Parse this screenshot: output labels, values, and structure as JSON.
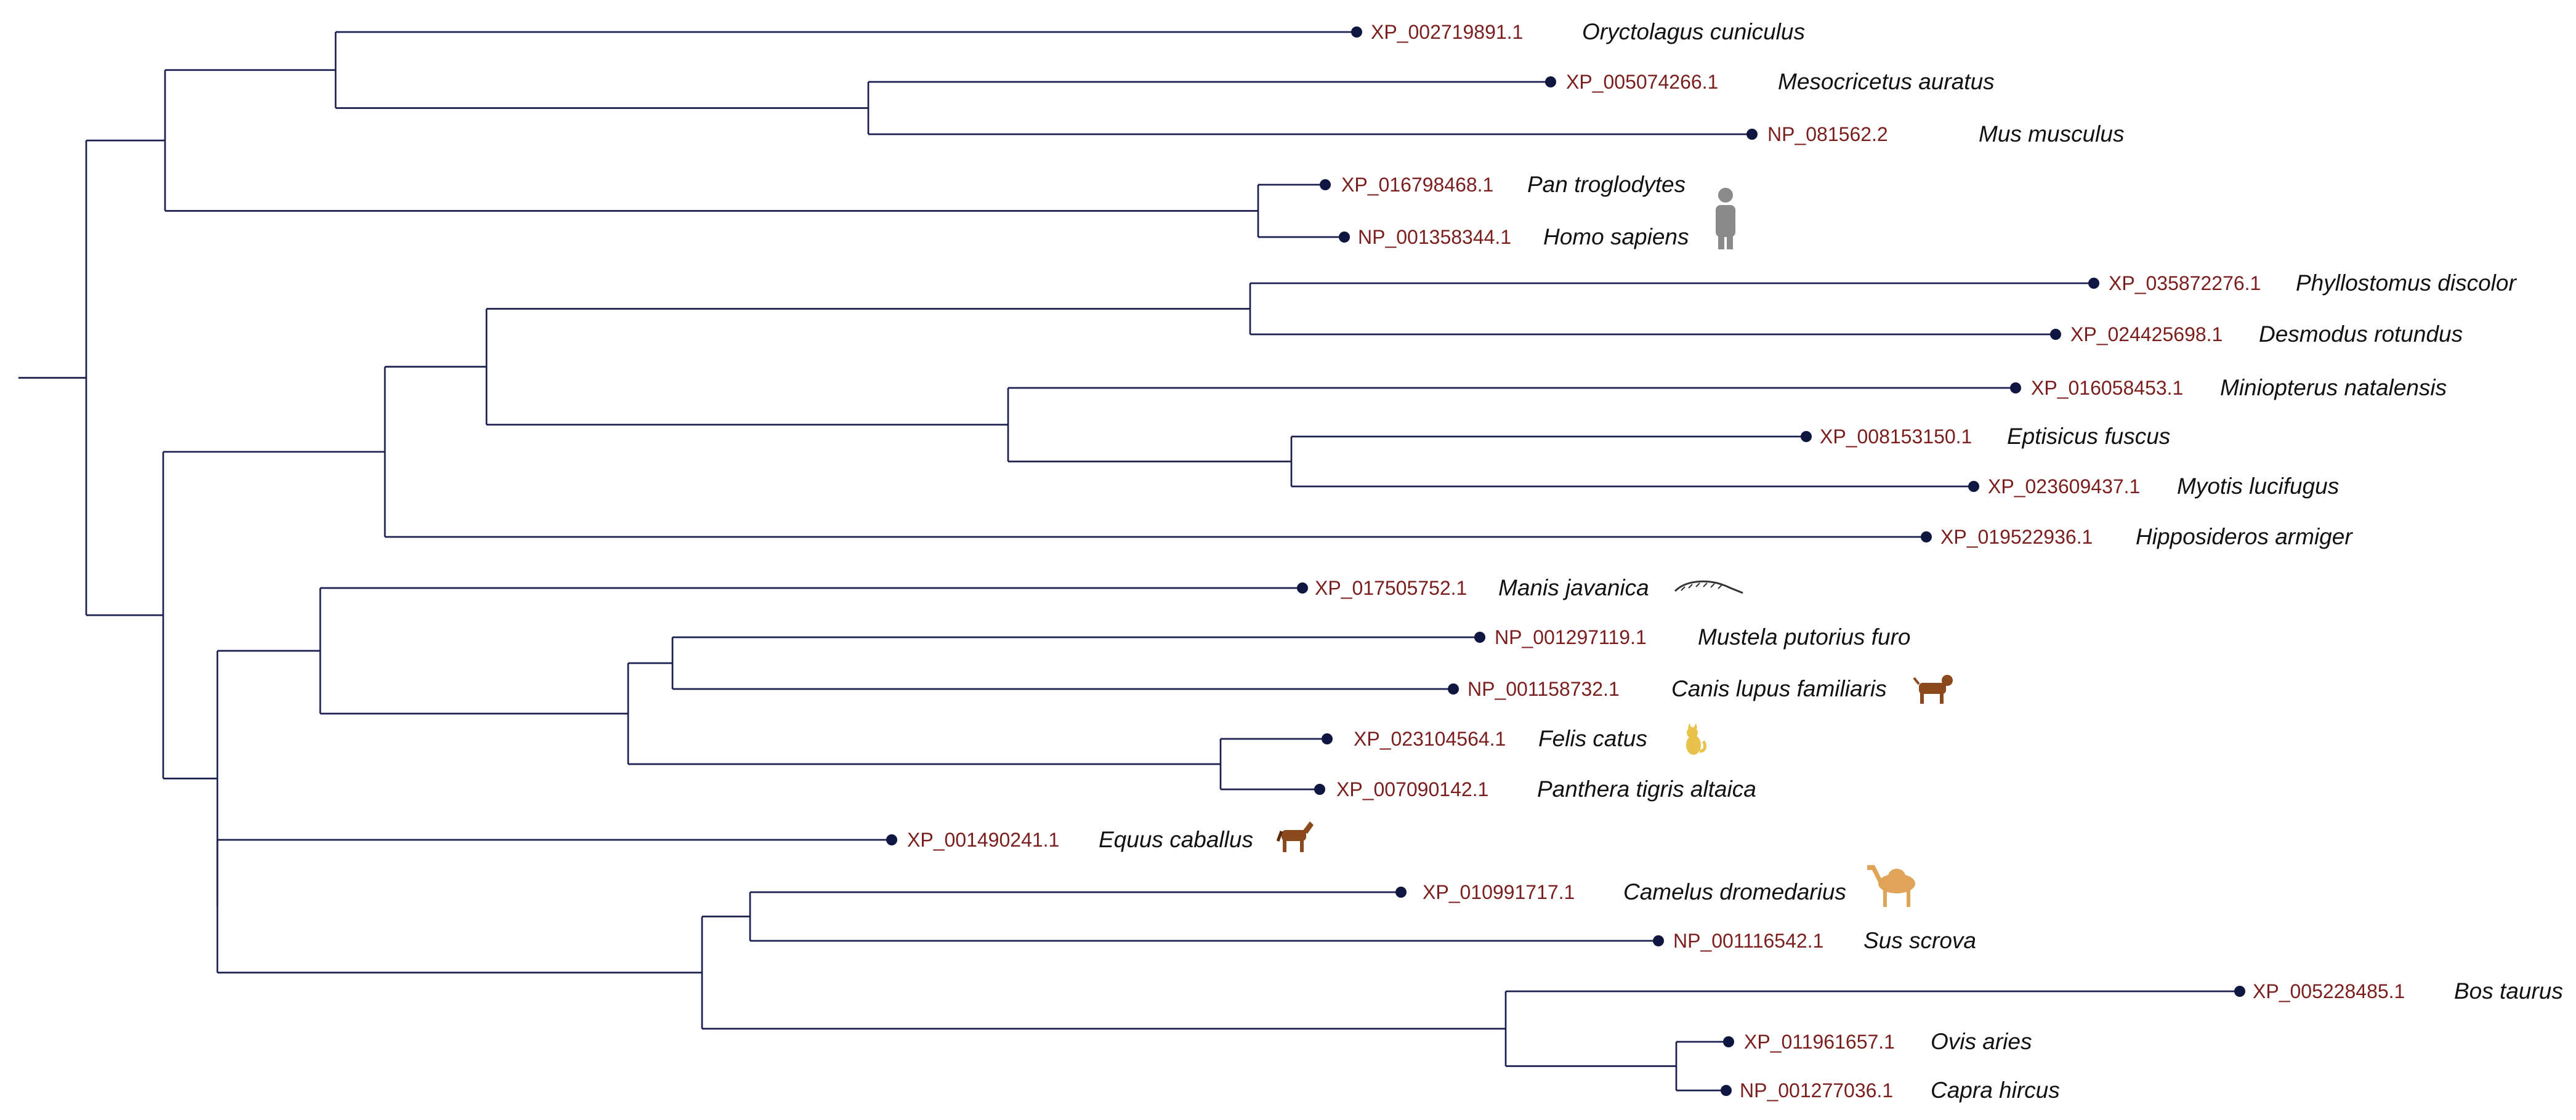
{
  "tree": {
    "taxa": [
      {
        "accession": "XP_002719891.1",
        "species": "Oryctolagus cuniculus"
      },
      {
        "accession": "XP_005074266.1",
        "species": "Mesocricetus auratus"
      },
      {
        "accession": "NP_081562.2",
        "species": "Mus musculus"
      },
      {
        "accession": "XP_016798468.1",
        "species": "Pan troglodytes"
      },
      {
        "accession": "NP_001358344.1",
        "species": "Homo sapiens",
        "icon": "human-silhouette-icon"
      },
      {
        "accession": "XP_035872276.1",
        "species": "Phyllostomus discolor"
      },
      {
        "accession": "XP_024425698.1",
        "species": "Desmodus rotundus"
      },
      {
        "accession": "XP_016058453.1",
        "species": "Miniopterus natalensis"
      },
      {
        "accession": "XP_008153150.1",
        "species": "Eptisicus fuscus"
      },
      {
        "accession": "XP_023609437.1",
        "species": "Myotis lucifugus"
      },
      {
        "accession": "XP_019522936.1",
        "species": "Hipposideros armiger"
      },
      {
        "accession": "XP_017505752.1",
        "species": "Manis javanica",
        "icon": "pangolin-icon"
      },
      {
        "accession": "NP_001297119.1",
        "species": "Mustela putorius furo"
      },
      {
        "accession": "NP_001158732.1",
        "species": "Canis lupus familiaris",
        "icon": "dog-icon"
      },
      {
        "accession": "XP_023104564.1",
        "species": "Felis catus",
        "icon": "cat-icon"
      },
      {
        "accession": "XP_007090142.1",
        "species": "Panthera tigris altaica"
      },
      {
        "accession": "XP_001490241.1",
        "species": "Equus caballus",
        "icon": "horse-icon"
      },
      {
        "accession": "XP_010991717.1",
        "species": "Camelus dromedarius",
        "icon": "camel-icon"
      },
      {
        "accession": "NP_001116542.1",
        "species": "Sus scrova"
      },
      {
        "accession": "XP_005228485.1",
        "species": "Bos taurus"
      },
      {
        "accession": "XP_011961657.1",
        "species": "Ovis aries"
      },
      {
        "accession": "NP_001277036.1",
        "species": "Capra hircus"
      }
    ],
    "colors": {
      "branch": "#1a1f4d",
      "tip": "#0f1640",
      "accession": "#7a1e1e",
      "species": "#111111"
    }
  }
}
